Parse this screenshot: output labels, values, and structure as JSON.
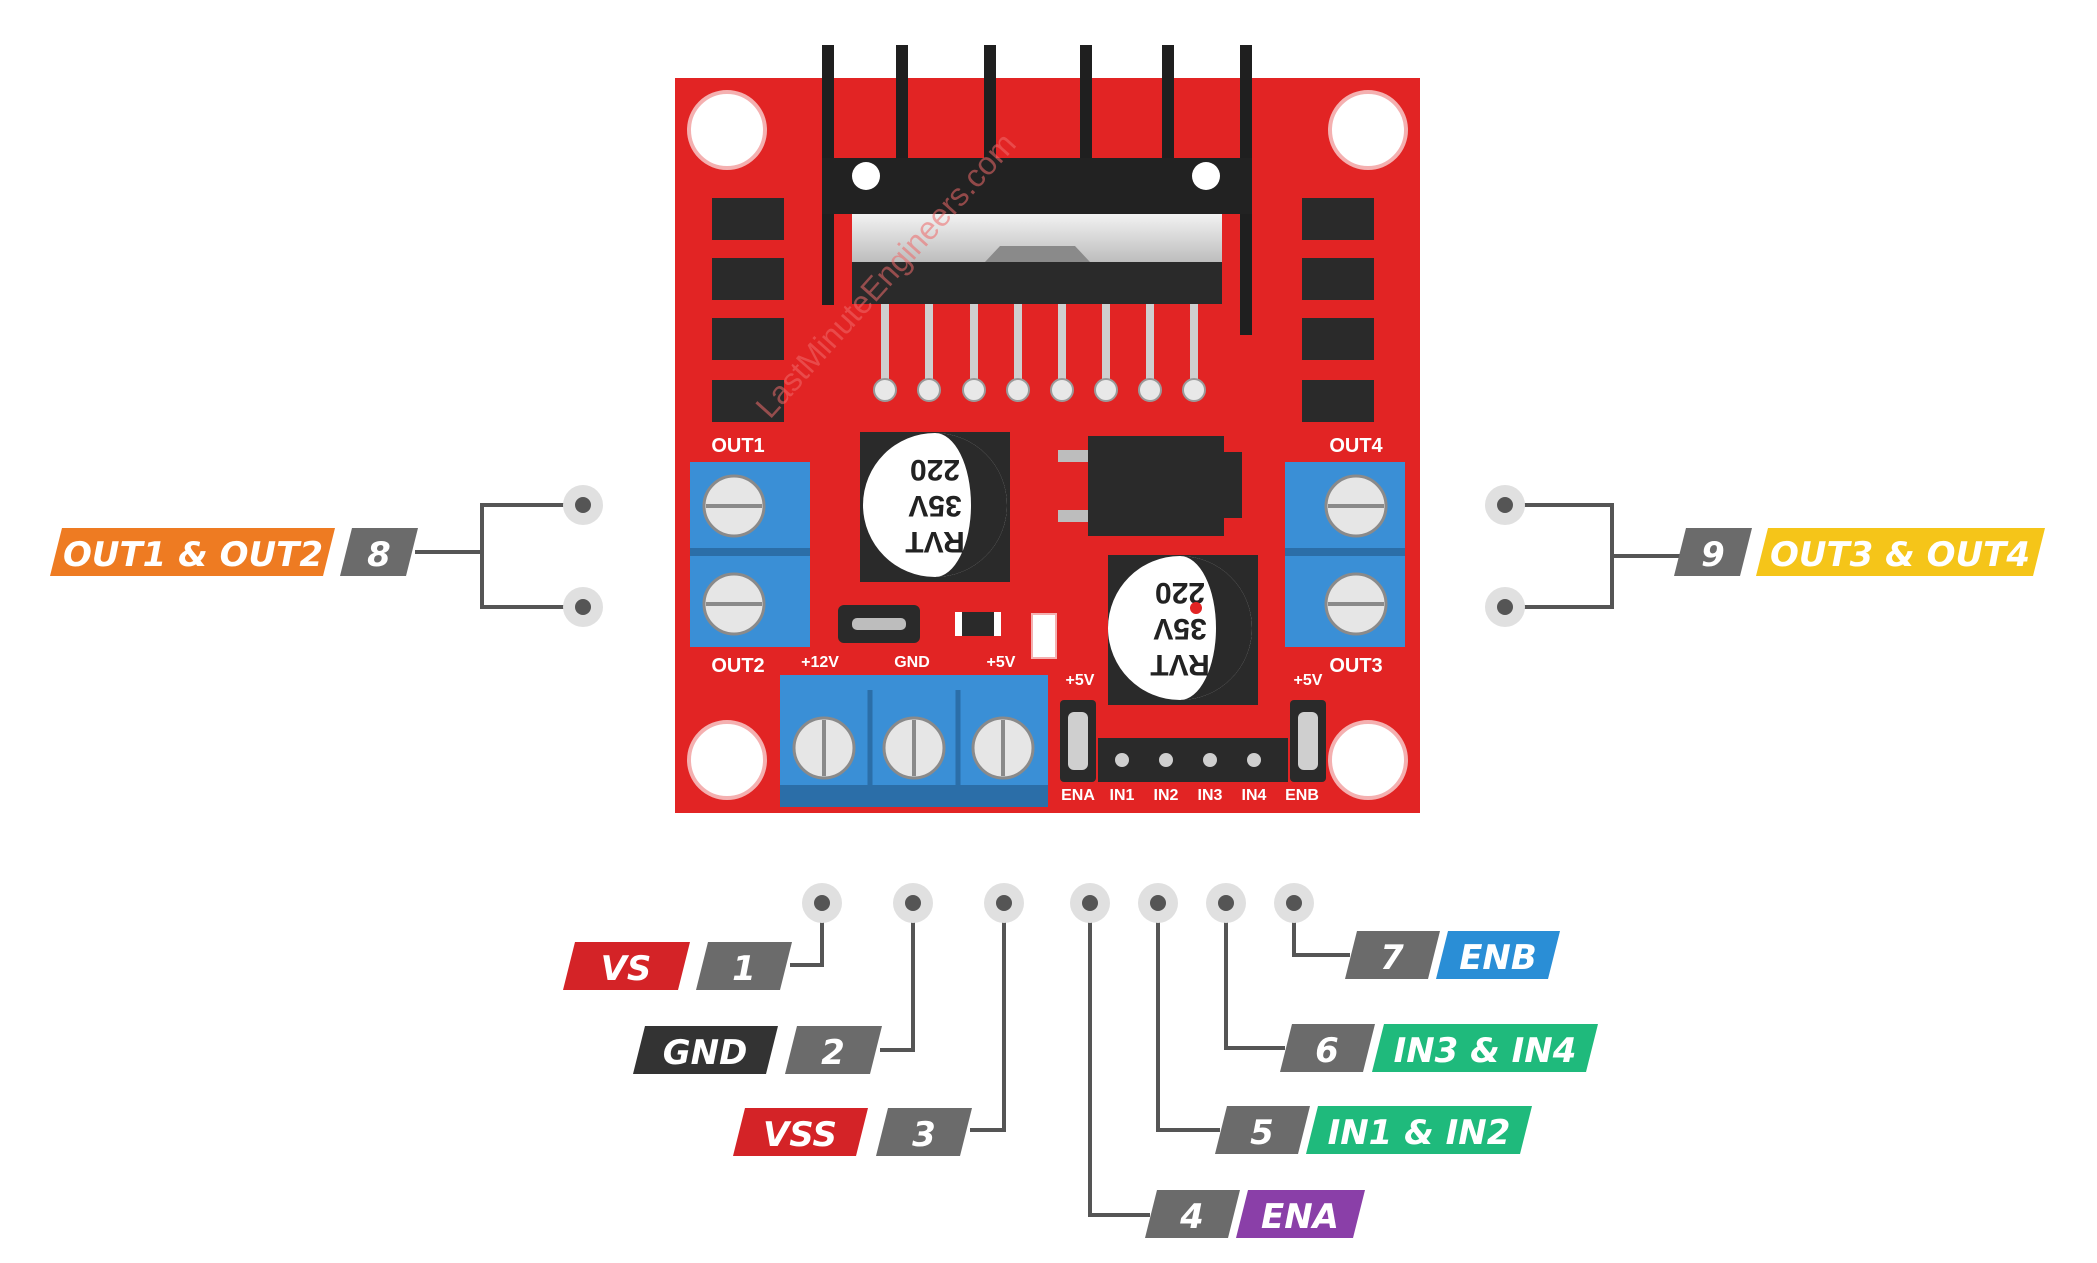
{
  "board": {
    "labels": {
      "out1": "OUT1",
      "out2": "OUT2",
      "out3": "OUT3",
      "out4": "OUT4",
      "v12": "+12V",
      "gnd": "GND",
      "v5": "+5V",
      "v5_ena": "+5V",
      "v5_enb": "+5V",
      "ena": "ENA",
      "in1": "IN1",
      "in2": "IN2",
      "in3": "IN3",
      "in4": "IN4",
      "enb": "ENB"
    },
    "capacitor": {
      "line1": "RVT",
      "line2": "35V",
      "line3": "220"
    },
    "watermark": "LastMinuteEngineers.com"
  },
  "pins": [
    {
      "number": "1",
      "label": "VS",
      "color": "#d42327"
    },
    {
      "number": "2",
      "label": "GND",
      "color": "#333333"
    },
    {
      "number": "3",
      "label": "VSS",
      "color": "#d42327"
    },
    {
      "number": "4",
      "label": "ENA",
      "color": "#8a3fa8"
    },
    {
      "number": "5",
      "label": "IN1 & IN2",
      "color": "#1fba7c"
    },
    {
      "number": "6",
      "label": "IN3 & IN4",
      "color": "#1fba7c"
    },
    {
      "number": "7",
      "label": "ENB",
      "color": "#2a8ed6"
    },
    {
      "number": "8",
      "label": "OUT1 & OUT2",
      "color": "#ee7b22"
    },
    {
      "number": "9",
      "label": "OUT3 & OUT4",
      "color": "#f5c519"
    }
  ],
  "colors": {
    "pcb": "#e22424",
    "terminal": "#3a8fd6",
    "number_tag": "#6b6b6b",
    "leader": "#555555"
  }
}
